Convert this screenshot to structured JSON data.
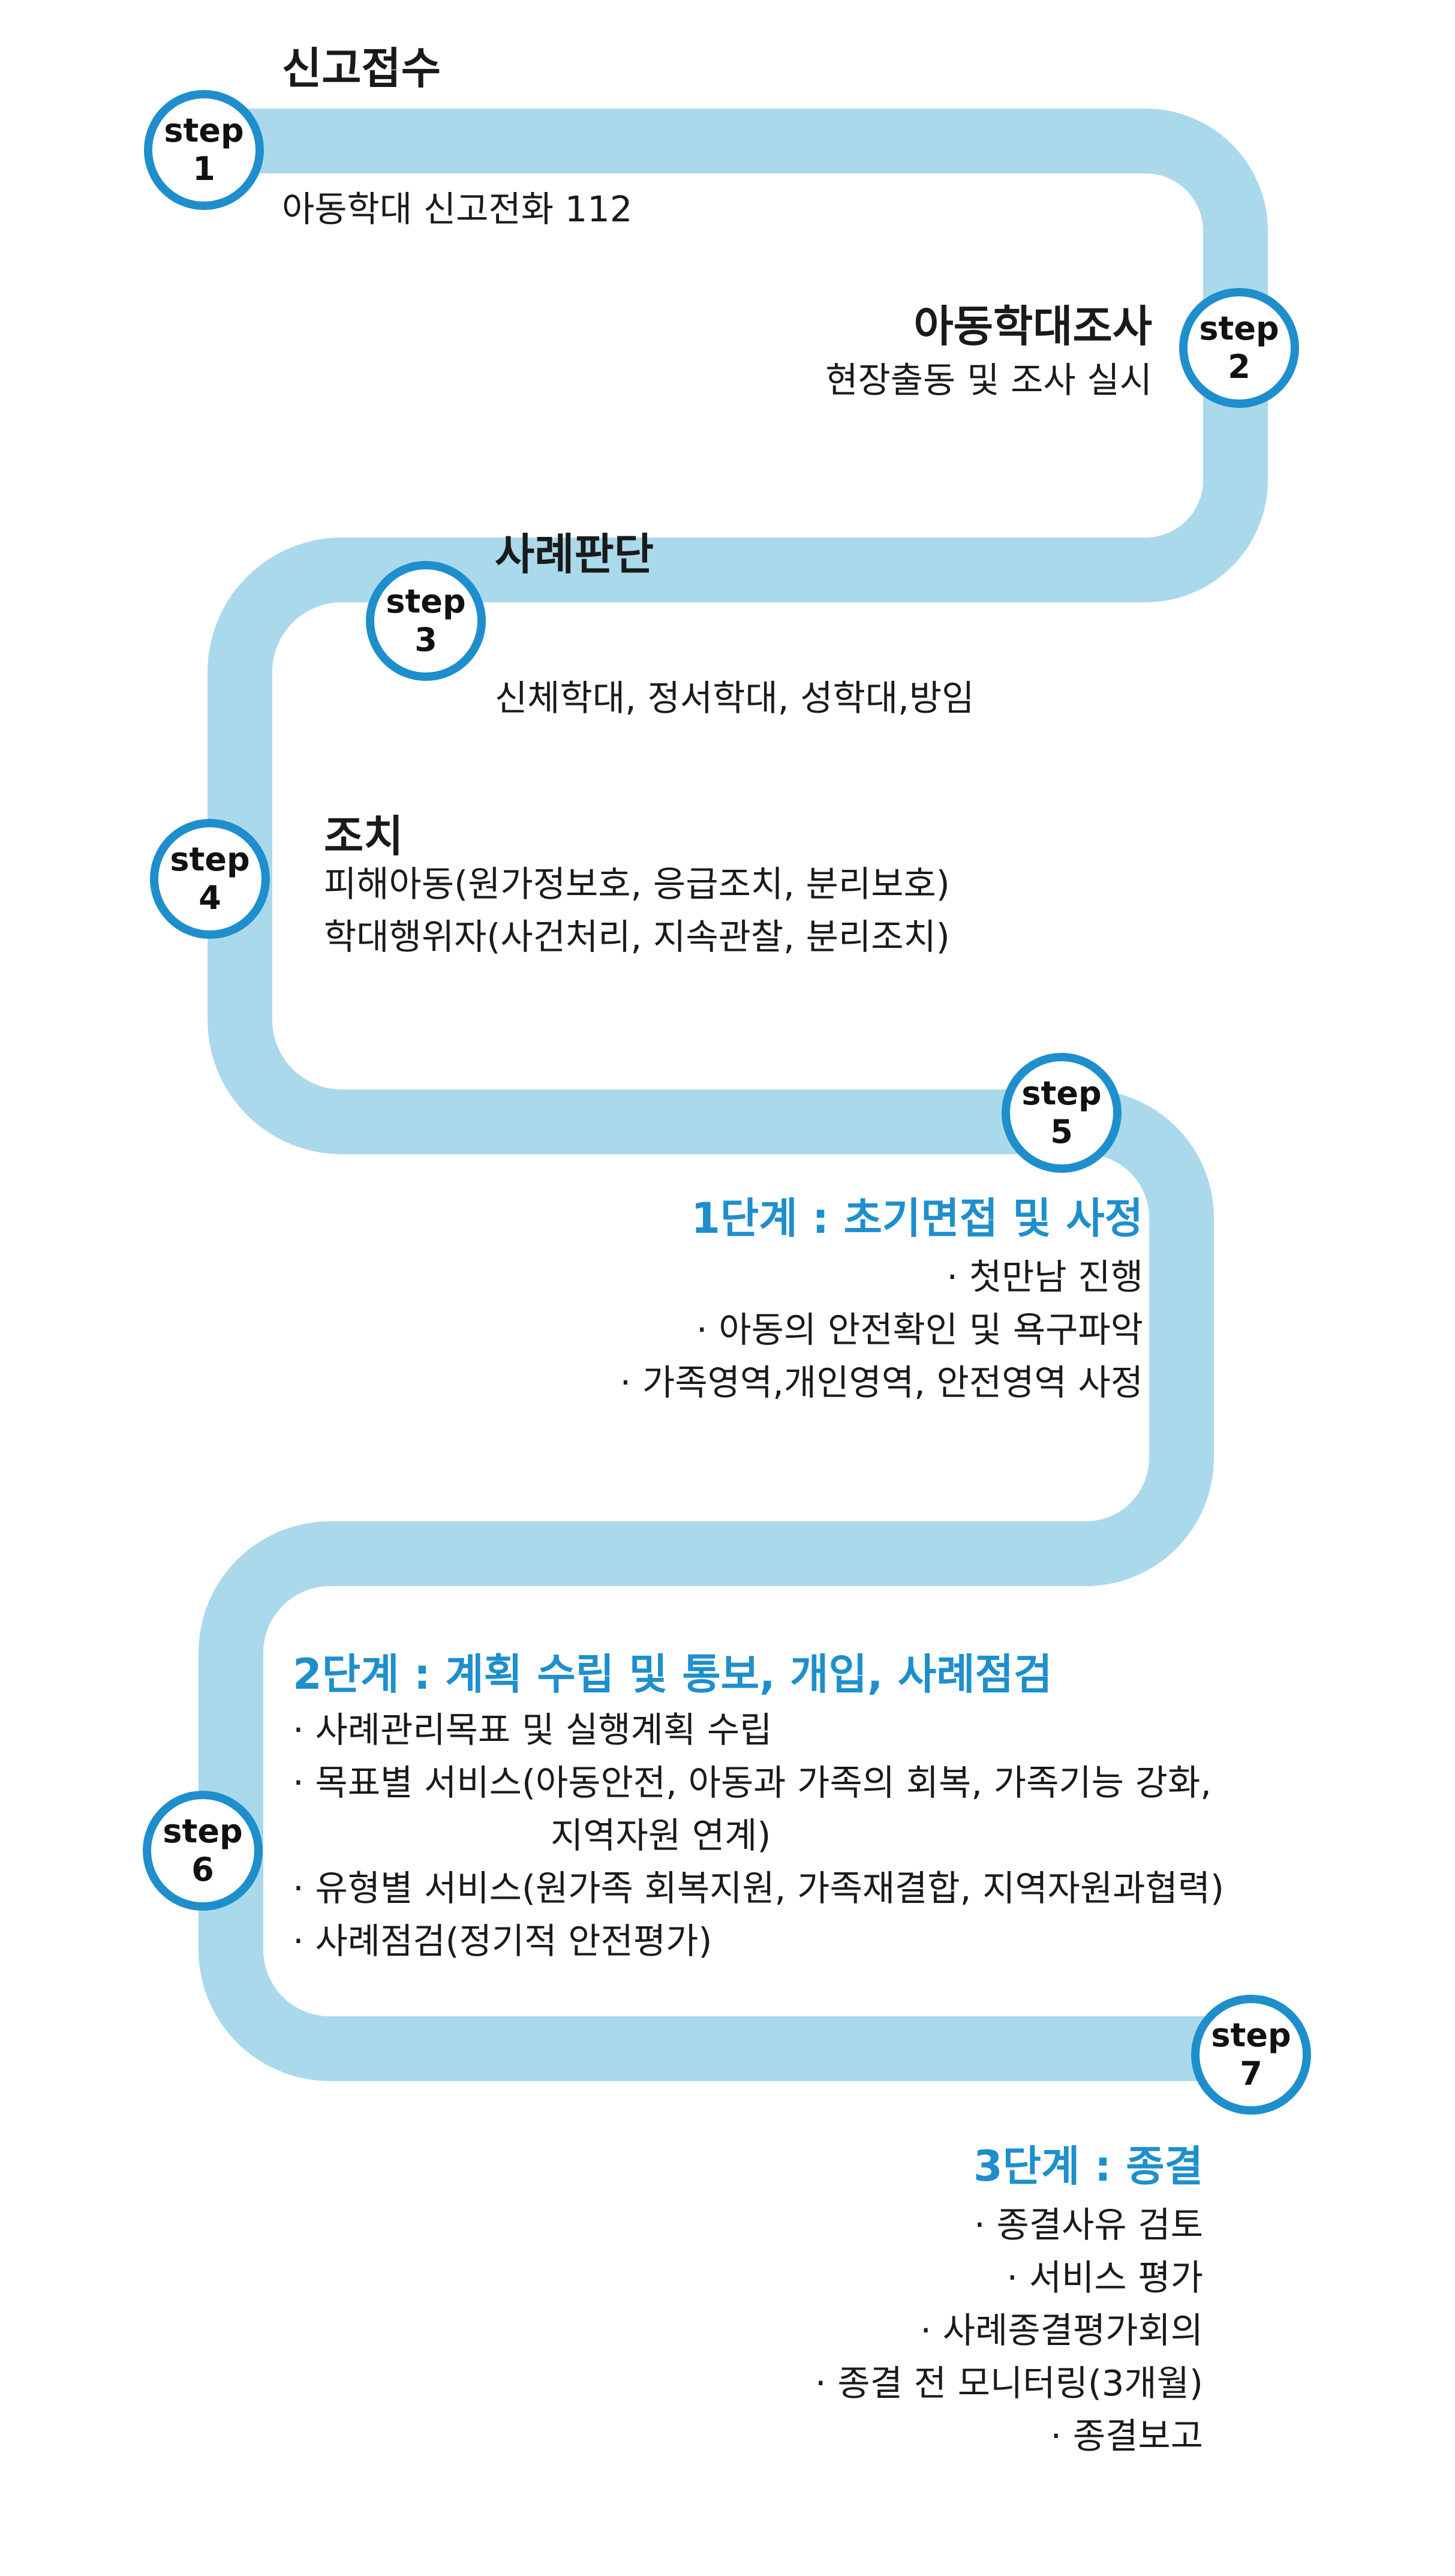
{
  "colors": {
    "path": "#abd9ec",
    "accent": "#1e8fcc",
    "text": "#1a1a1a"
  },
  "steps": [
    {
      "label": "step",
      "number": "1",
      "title": "신고접수",
      "lines": [
        "아동학대 신고전화 112"
      ]
    },
    {
      "label": "step",
      "number": "2",
      "title": "아동학대조사",
      "lines": [
        "현장출동 및 조사 실시"
      ]
    },
    {
      "label": "step",
      "number": "3",
      "title": "사례판단",
      "lines": [
        "신체학대, 정서학대, 성학대,방임"
      ]
    },
    {
      "label": "step",
      "number": "4",
      "title": "조치",
      "lines": [
        "피해아동(원가정보호, 응급조치, 분리보호)",
        "학대행위자(사건처리, 지속관찰, 분리조치)"
      ]
    },
    {
      "label": "step",
      "number": "5",
      "title": "1단계 : 초기면접 및 사정",
      "lines": [
        "· 첫만남 진행",
        "· 아동의 안전확인 및 욕구파악",
        "· 가족영역,개인영역, 안전영역 사정"
      ]
    },
    {
      "label": "step",
      "number": "6",
      "title": "2단계 : 계획 수립 및 통보, 개입, 사례점검",
      "lines": [
        "· 사례관리목표 및 실행계획 수립",
        "· 목표별 서비스(아동안전, 아동과 가족의 회복, 가족기능 강화,",
        "지역자원 연계)",
        "· 유형별 서비스(원가족 회복지원, 가족재결합, 지역자원과협력)",
        "· 사례점검(정기적 안전평가)"
      ]
    },
    {
      "label": "step",
      "number": "7",
      "title": "3단계 : 종결",
      "lines": [
        "· 종결사유 검토",
        "· 서비스 평가",
        "· 사례종결평가회의",
        "· 종결 전 모니터링(3개월)",
        "· 종결보고"
      ]
    }
  ]
}
